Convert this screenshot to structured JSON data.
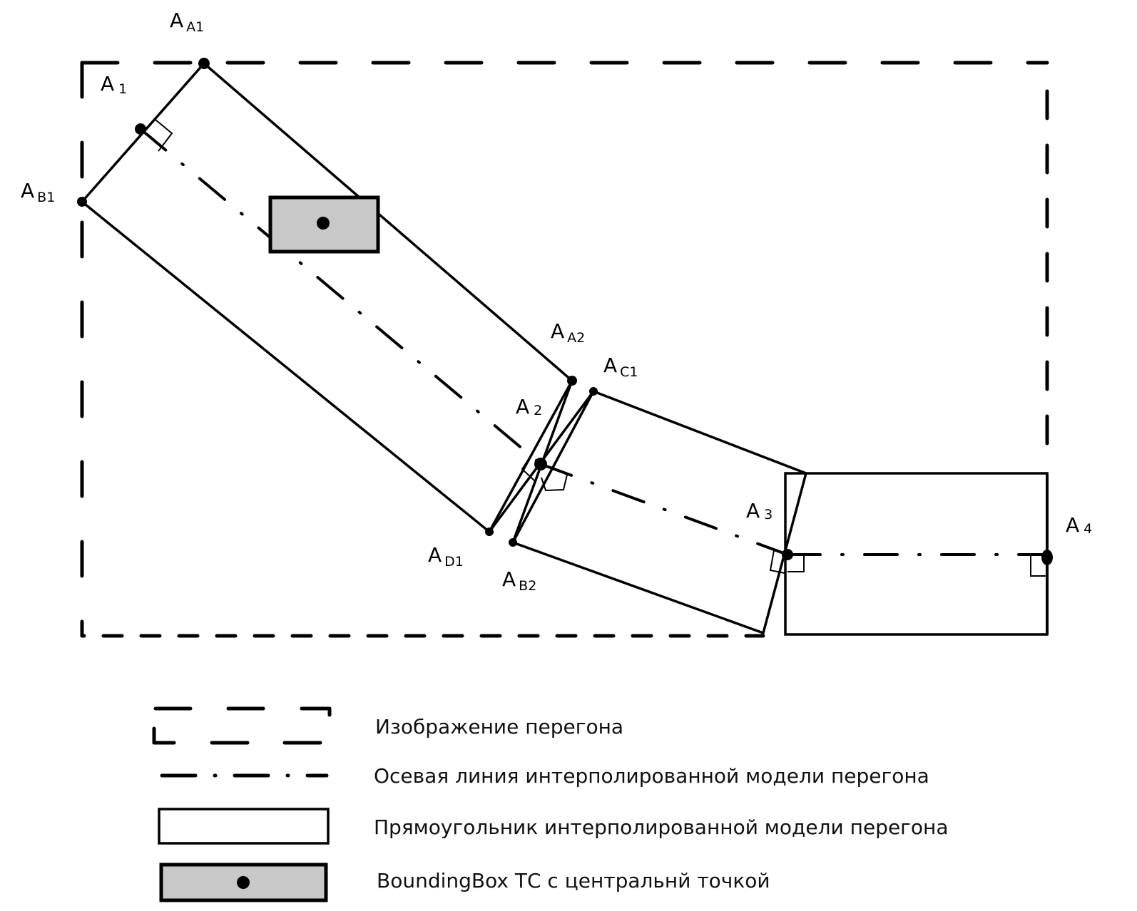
{
  "diagram": {
    "title": "",
    "points": {
      "AA1": {
        "main": "A",
        "sub": "A1"
      },
      "A1": {
        "main": "A",
        "sub": "1"
      },
      "AB1": {
        "main": "A",
        "sub": "B1"
      },
      "AA2": {
        "main": "A",
        "sub": "A2"
      },
      "AC1": {
        "main": "A",
        "sub": "C1"
      },
      "A2": {
        "main": "A",
        "sub": "2"
      },
      "AD1": {
        "main": "A",
        "sub": "D1"
      },
      "AB2": {
        "main": "A",
        "sub": "B2"
      },
      "A3": {
        "main": "A",
        "sub": "3"
      },
      "A4": {
        "main": "A",
        "sub": "4"
      }
    },
    "colors": {
      "stroke": "#000000",
      "bbox_fill": "#c8c8c8",
      "background": "#ffffff"
    }
  },
  "legend": {
    "items": [
      {
        "symbol": "dashed-frame",
        "label": "Изображение перегона"
      },
      {
        "symbol": "dash-dot-line",
        "label": "Осевая линия интерполированной модели перегона"
      },
      {
        "symbol": "rectangle",
        "label": "Прямоугольник интерполированной модели перегона"
      },
      {
        "symbol": "bounding-box-with-center",
        "label": "BoundingBox ТС с центральнй точкой"
      }
    ]
  }
}
